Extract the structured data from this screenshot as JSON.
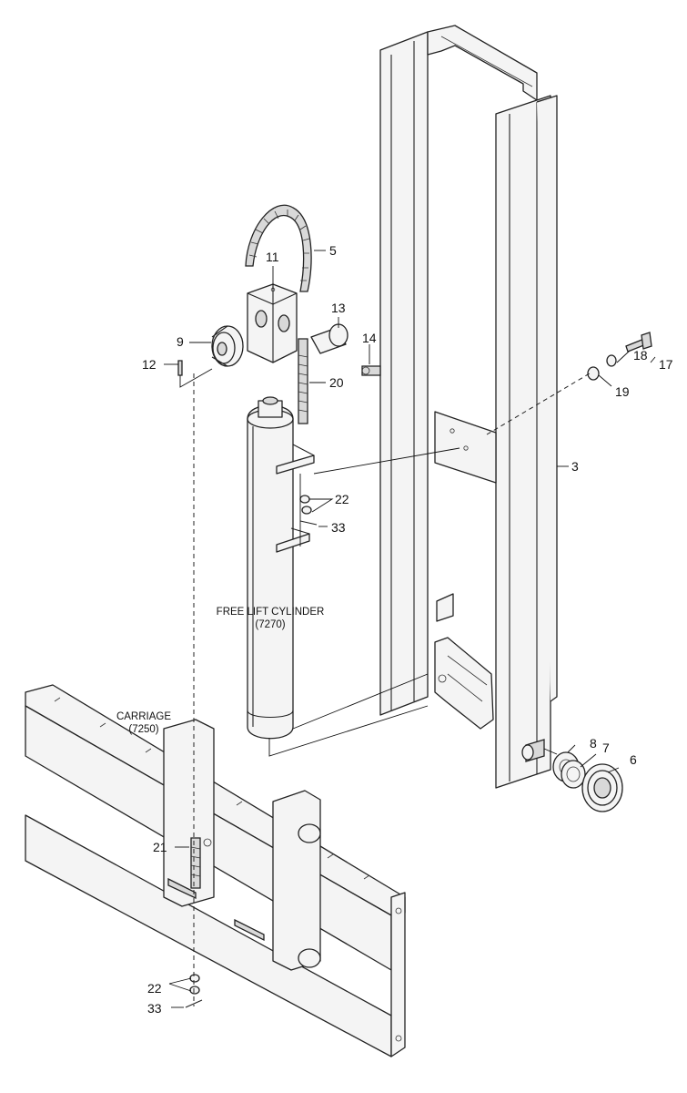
{
  "callouts": {
    "c3": "3",
    "c5": "5",
    "c6": "6",
    "c7": "7",
    "c8": "8",
    "c9": "9",
    "c11": "11",
    "c12": "12",
    "c13": "13",
    "c14": "14",
    "c17": "17",
    "c18": "18",
    "c19": "19",
    "c20": "20",
    "c21": "21",
    "c22a": "22",
    "c22b": "22",
    "c33a": "33",
    "c33b": "33"
  },
  "assemblies": {
    "cylinder": {
      "name": "FREE LIFT CYLINDER",
      "ref": "(7270)"
    },
    "carriage": {
      "name": "CARRIAGE",
      "ref": "(7250)"
    }
  }
}
